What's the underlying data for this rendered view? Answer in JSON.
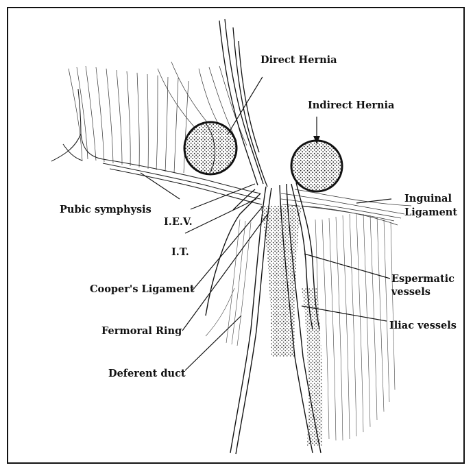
{
  "labels": {
    "direct_hernia": "Direct Hernia",
    "indirect_hernia": "Indirect Hernia",
    "inguinal_ligament_1": "Inguinal",
    "inguinal_ligament_2": "Ligament",
    "pubic_symphysis": "Pubic symphysis",
    "iev": "I.E.V.",
    "it": "I.T.",
    "coopers_ligament": "Cooper's Ligament",
    "espermatic_vessels_1": "Espermatic",
    "espermatic_vessels_2": "vessels",
    "fermoral_ring": "Fermoral Ring",
    "iliac_vessels": "Iliac vessels",
    "deferent_duct": "Deferent duct"
  }
}
